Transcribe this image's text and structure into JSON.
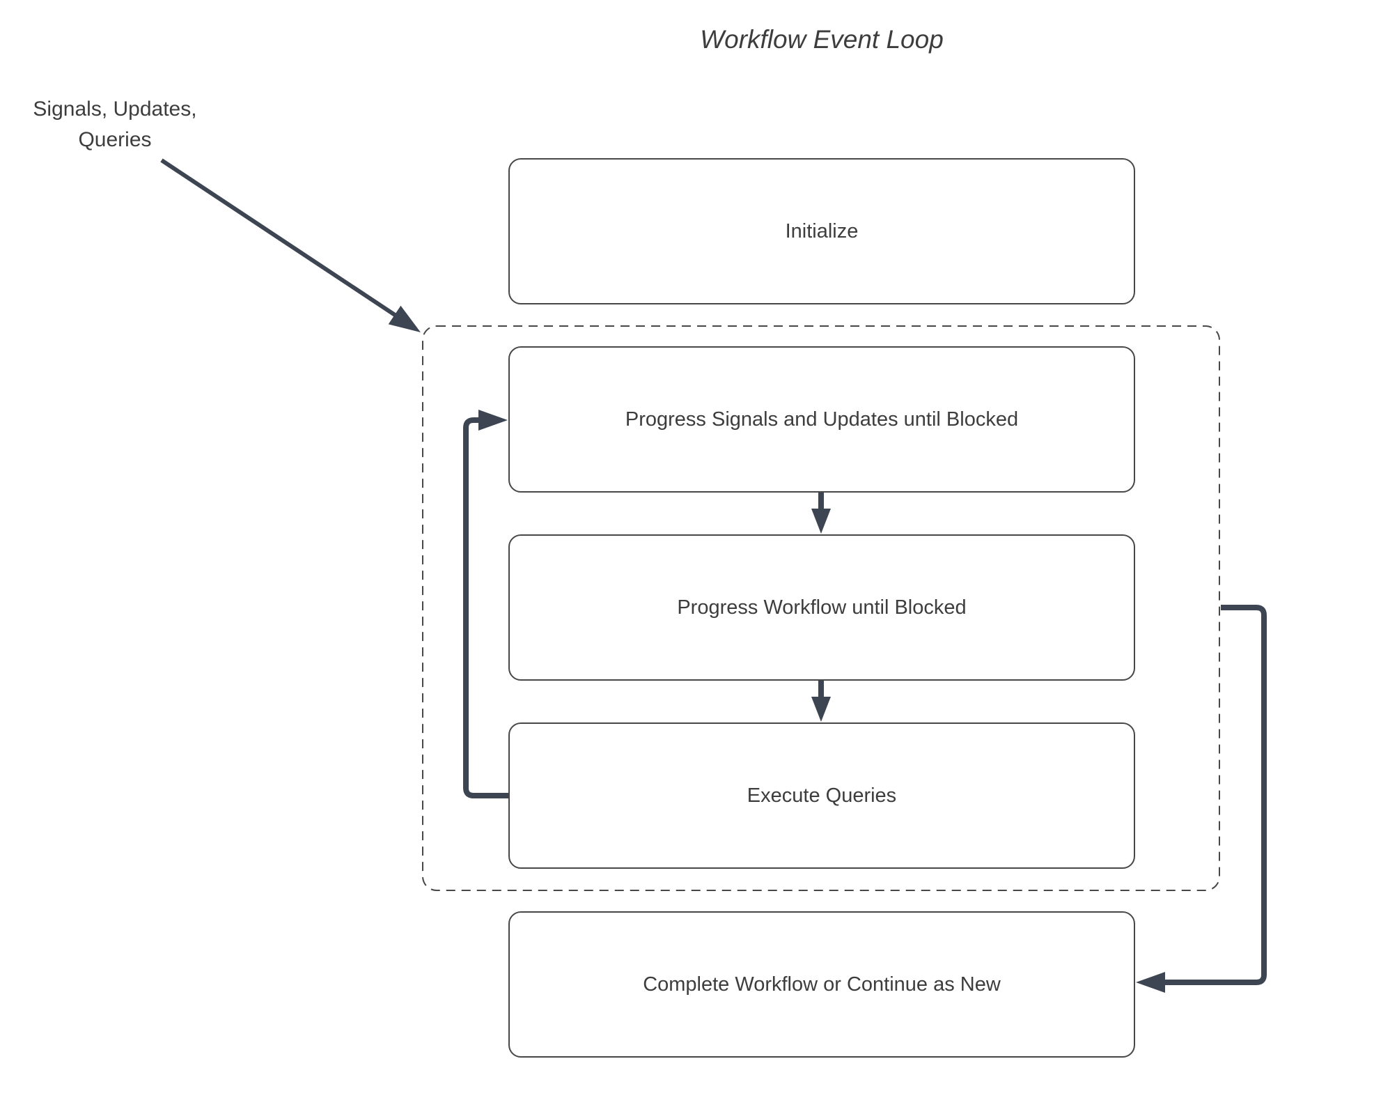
{
  "title": "Workflow Event Loop",
  "annotation": {
    "label": "Signals, Updates,\nQueries"
  },
  "boxes": {
    "initialize": {
      "label": "Initialize"
    },
    "progress_signals": {
      "label": "Progress Signals and Updates until Blocked"
    },
    "progress_workflow": {
      "label": "Progress Workflow until Blocked"
    },
    "execute_queries": {
      "label": "Execute Queries"
    },
    "complete": {
      "label": "Complete Workflow or Continue as New"
    }
  },
  "colors": {
    "bg": "#ffffff",
    "line": "#474747",
    "arrow": "#3e4552",
    "text": "#3d3d3d",
    "box-fill": "#ffffff"
  }
}
